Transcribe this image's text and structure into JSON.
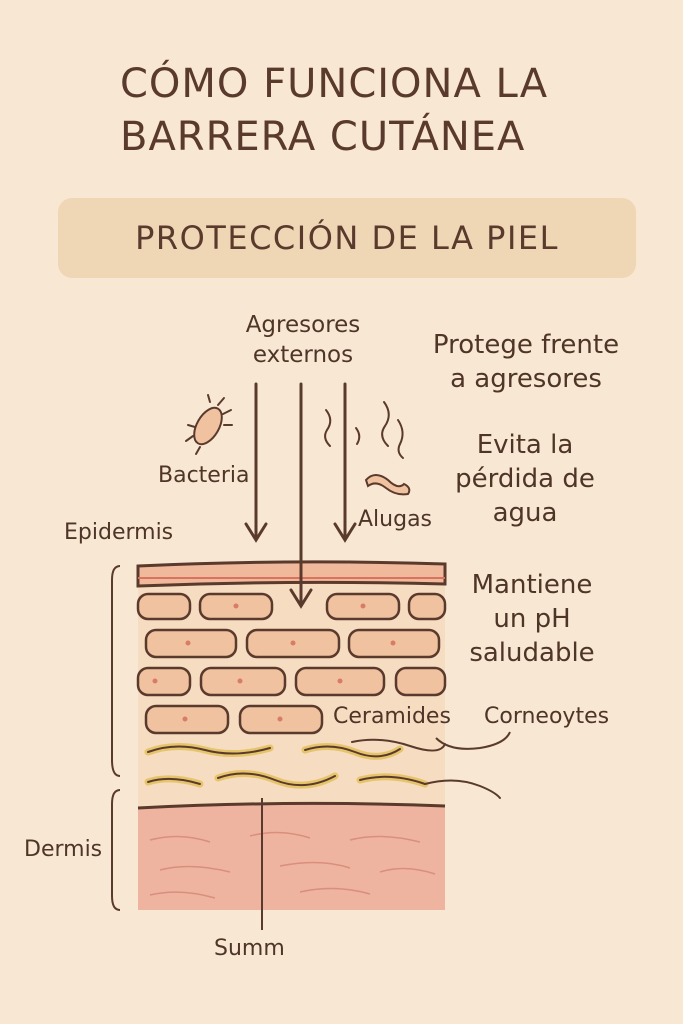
{
  "title_lines": [
    "CÓMO FUNCIONA LA",
    "BARRERA CUTÁNEA"
  ],
  "banner": "PROTECCIÓN DE LA PIEL",
  "labels": {
    "agresores_line1": "Agresores",
    "agresores_line2": "externos",
    "bacteria": "Bacteria",
    "alugas": "Alugas",
    "epidermis": "Epidermis",
    "dermis": "Dermis",
    "ceramides": "Ceramides",
    "corneoytes": "Corneoytes",
    "summ": "Summ"
  },
  "benefits": [
    [
      "Protege frente",
      "a agresores"
    ],
    [
      "Evita la",
      "pérdida de",
      "agua"
    ],
    [
      "Mantiene",
      "un pH",
      "saludable"
    ]
  ],
  "colors": {
    "background": "#f8e7d2",
    "banner": "#efd7b6",
    "cell": "#f0c2a0",
    "lipid": "#e6c469",
    "dermis": "#eeb4a0",
    "outline": "#5a3a2c"
  }
}
